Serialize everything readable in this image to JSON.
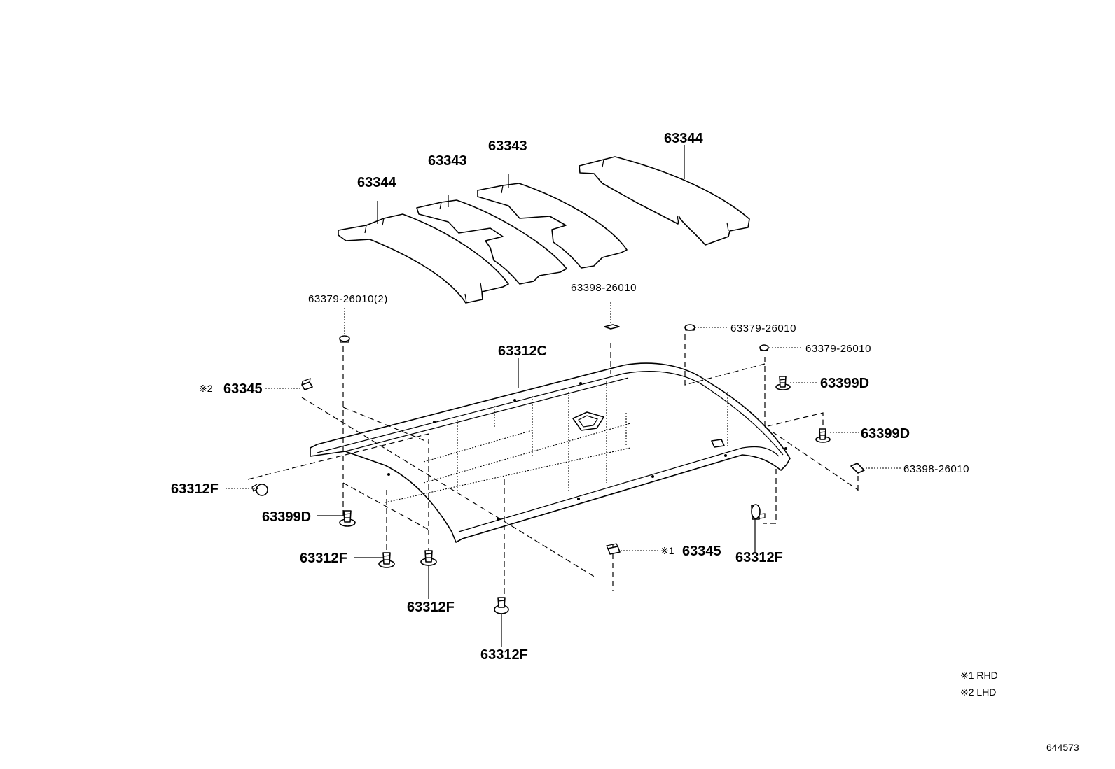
{
  "labels": {
    "pad_rear_left": "63344",
    "pad_mid_left": "63343",
    "pad_mid_right": "63343",
    "pad_front_right": "63344",
    "headliner": "63312C",
    "clip_top_left": "63379-26010(2)",
    "tape_top": "63398-26010",
    "clip_top_right_a": "63379-26010",
    "clip_top_right_b": "63379-26010",
    "clip_d_right_a": "63399D",
    "clip_d_right_b": "63399D",
    "tape_right": "63398-26010",
    "holder_lhd_mark": "※2",
    "holder_lhd": "63345",
    "holder_rhd_mark": "※1",
    "holder_rhd": "63345",
    "clip_f_left": "63312F",
    "clip_d_left": "63399D",
    "clip_f_bottom_left": "63312F",
    "clip_f_bottom_mid": "63312F",
    "clip_f_bottom": "63312F",
    "clip_f_right": "63312F"
  },
  "legend": {
    "rhd": "※1 RHD",
    "lhd": "※2 LHD"
  },
  "diagram_id": "644573"
}
